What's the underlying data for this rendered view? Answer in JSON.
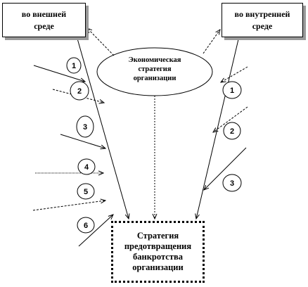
{
  "boxes": {
    "external": "во внешней\nсреде",
    "internal": "во внутренней\nсреде",
    "strategy": "Экономическая\nстратегия\nорганизации",
    "result": "Стратегия\nпредотвращения\nбанкротства\nорганизации"
  },
  "left_factors": [
    "1",
    "2",
    "3",
    "4",
    "5",
    "6"
  ],
  "right_factors": [
    "1",
    "2",
    "3"
  ]
}
